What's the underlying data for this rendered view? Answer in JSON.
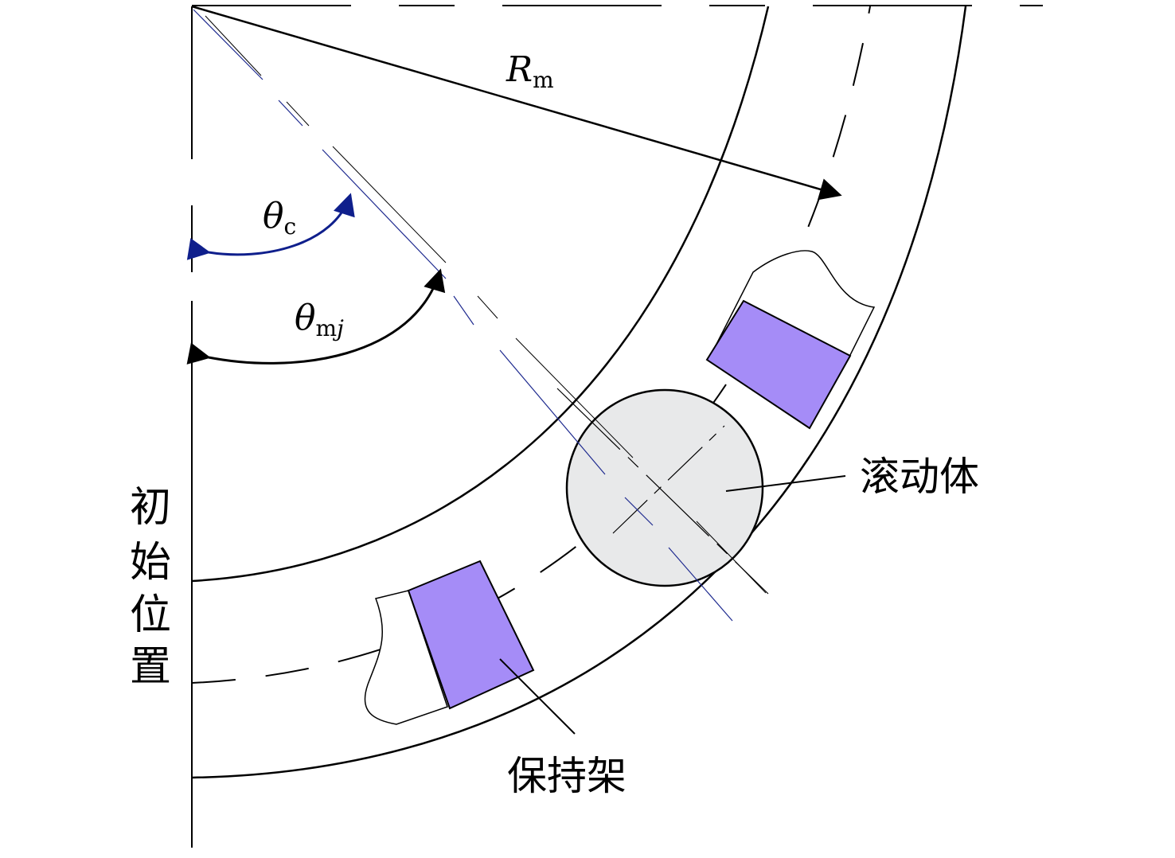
{
  "labels": {
    "radius_symbol": "R",
    "radius_subscript": "m",
    "cage_angle_symbol": "θ",
    "cage_angle_subscript": "c",
    "element_angle_symbol": "θ",
    "element_angle_subscript_m": "m",
    "element_angle_subscript_j": "j",
    "rolling_element": "滚动体",
    "cage": "保持架",
    "initial_position": [
      "初",
      "始",
      "位",
      "置"
    ]
  },
  "colors": {
    "line": "#000000",
    "blue_line": "#1e2a8f",
    "cage_arrow": "#0f1f8c",
    "cage_fill": "#a58cf7",
    "ball_fill": "#e8e9ea"
  }
}
